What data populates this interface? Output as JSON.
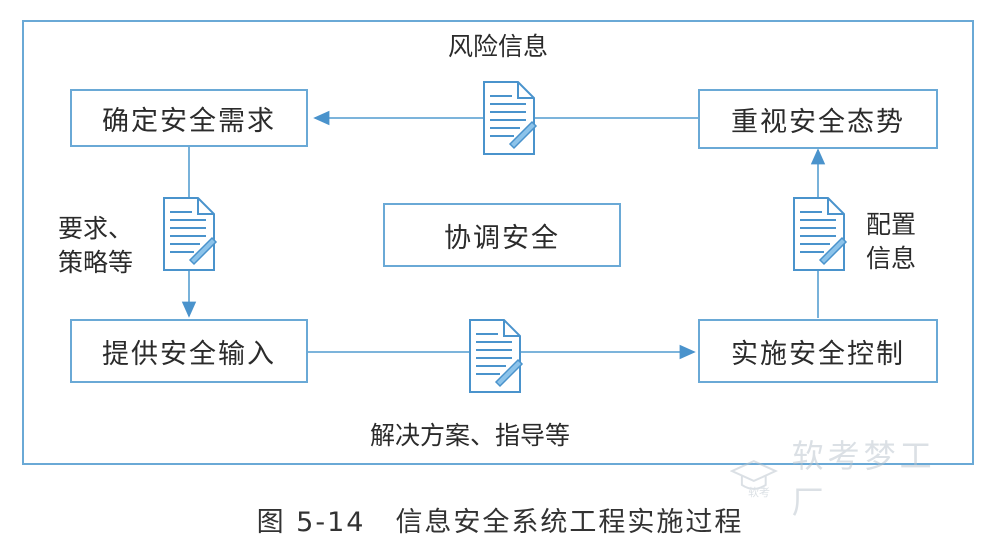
{
  "nodes": {
    "determine": "确定安全需求",
    "value_posture": "重视安全态势",
    "coordinate": "协调安全",
    "provide_input": "提供安全输入",
    "implement_control": "实施安全控制"
  },
  "labels": {
    "risk_info": "风险信息",
    "requirements_line1": "要求、",
    "requirements_line2": "策略等",
    "config_line1": "配置",
    "config_line2": "信息",
    "solutions": "解决方案、指导等"
  },
  "caption": {
    "number": "图 5-14",
    "title": "信息安全系统工程实施过程"
  },
  "watermark": {
    "text": "软考梦工厂",
    "logo_text": "软考"
  }
}
